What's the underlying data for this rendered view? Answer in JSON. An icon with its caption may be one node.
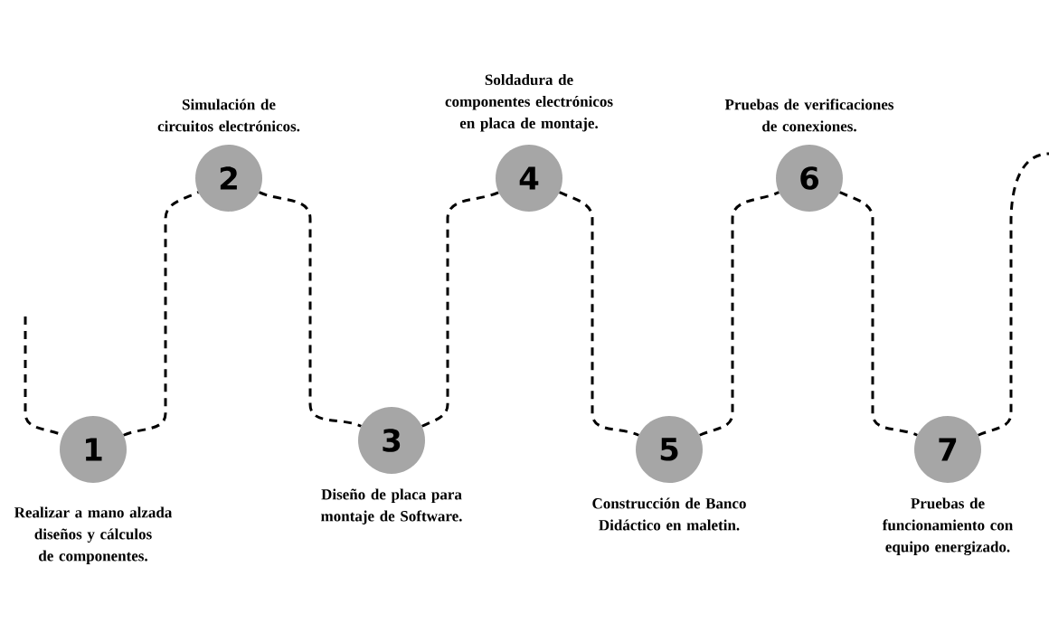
{
  "diagram": {
    "nodes": [
      {
        "text": [
          "1"
        ],
        "beside": [
          "Realizar a mano alzada diseños y cálculos de componentes."
        ]
      },
      {
        "text": [
          "2"
        ],
        "beside": [
          "Simulación de circuitos electrónicos."
        ]
      },
      {
        "text": [
          "3"
        ],
        "beside": [
          "Diseño de placa para montaje de Software."
        ]
      },
      {
        "text": [
          "4"
        ],
        "beside": [
          "Soldadura de componentes electrónicos en placa de montaje."
        ]
      },
      {
        "text": [
          "5"
        ],
        "beside": [
          "Construcción de Banco Didáctico en maletin."
        ]
      },
      {
        "text": [
          "6"
        ],
        "beside": [
          "Pruebas de verificaciones de conexiones."
        ]
      },
      {
        "text": [
          "7"
        ],
        "beside": [
          "Pruebas de funcionamiento con equipo energizado."
        ]
      }
    ],
    "edges": [
      {
        "from": null,
        "to": 0,
        "arrow": "none",
        "style": "dashed"
      },
      {
        "from": 0,
        "to": 1,
        "arrow": "none",
        "style": "dashed"
      },
      {
        "from": 1,
        "to": 2,
        "arrow": "none",
        "style": "dashed"
      },
      {
        "from": 2,
        "to": 3,
        "arrow": "none",
        "style": "dashed"
      },
      {
        "from": 3,
        "to": 4,
        "arrow": "none",
        "style": "dashed"
      },
      {
        "from": 4,
        "to": 5,
        "arrow": "none",
        "style": "dashed"
      },
      {
        "from": 5,
        "to": 6,
        "arrow": "none",
        "style": "dashed"
      },
      {
        "from": 6,
        "to": null,
        "arrow": "none",
        "style": "dashed"
      }
    ]
  }
}
